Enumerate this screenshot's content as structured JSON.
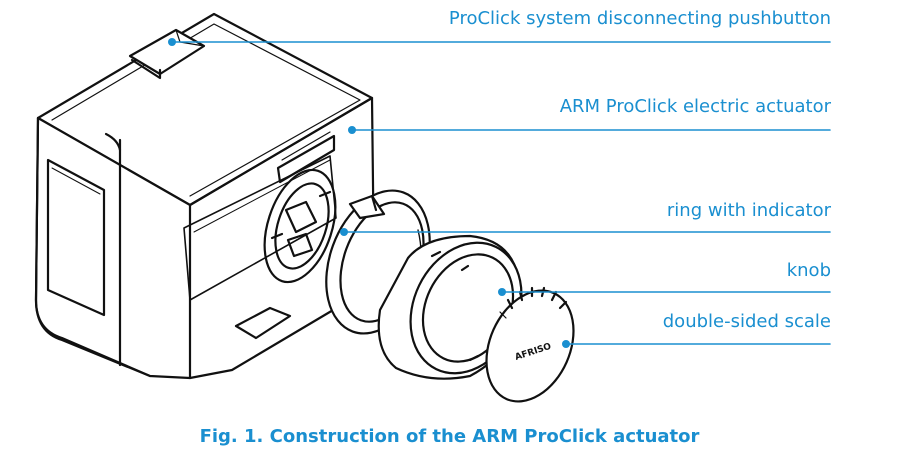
{
  "labels": {
    "pushbutton": "ProClick system disconnecting pushbutton",
    "actuator": "ARM ProClick electric actuator",
    "ring": "ring with indicator",
    "knob": "knob",
    "scale": "double-sided scale"
  },
  "scale_brand": "AFRISO",
  "caption": "Fig. 1. Construction of the ARM ProClick actuator",
  "colors": {
    "accent": "#1a8fd0",
    "outline": "#111111"
  }
}
